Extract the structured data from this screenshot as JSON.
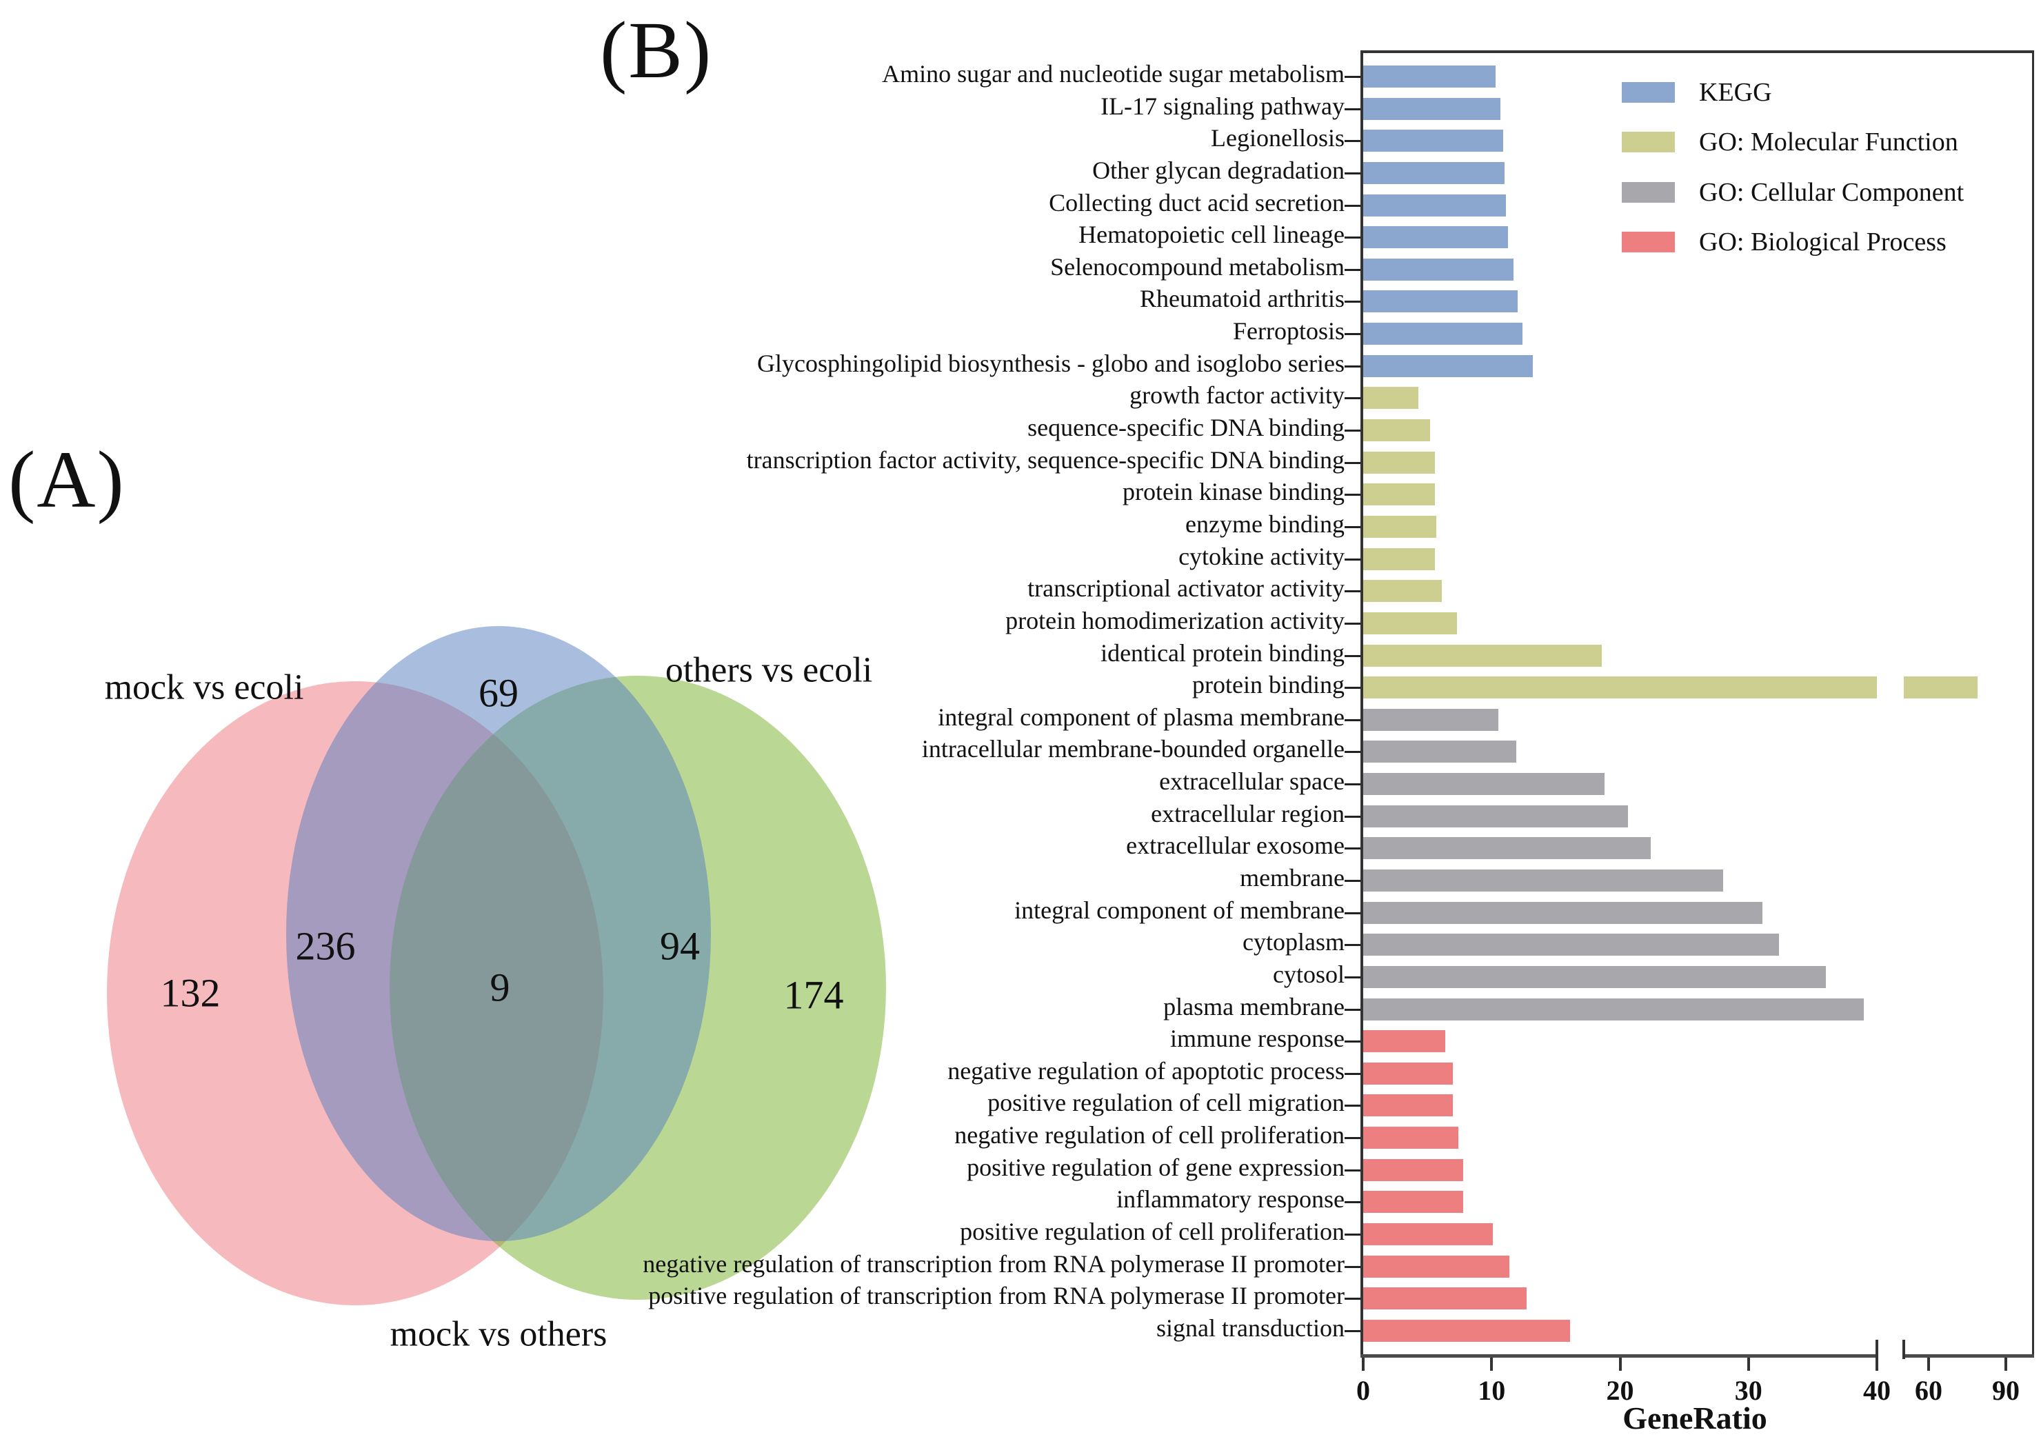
{
  "panel_a": {
    "label": "(A)"
  },
  "panel_b": {
    "label": "(B)"
  },
  "colors": {
    "kegg": "#8ba7d0",
    "go_molecular_function": "#cdcf90",
    "go_cellular_component": "#a8a8ac",
    "go_biological_process": "#ee7f80",
    "venn_pink": "#f5b6ba",
    "venn_green": "#bcd892",
    "venn_blue": "#a9bddf",
    "axis": "#333333"
  },
  "chart_data": [
    {
      "type": "venn",
      "title": "",
      "sets": [
        "mock vs ecoli",
        "others vs ecoli",
        "mock vs others"
      ],
      "regions": [
        {
          "sets": [
            "mock vs ecoli"
          ],
          "value": 132
        },
        {
          "sets": [
            "mock vs ecoli",
            "mock vs others"
          ],
          "value": 236
        },
        {
          "sets": [
            "mock vs others"
          ],
          "value": 69
        },
        {
          "sets": [
            "mock vs ecoli",
            "others vs ecoli",
            "mock vs others"
          ],
          "value": 9
        },
        {
          "sets": [
            "others vs ecoli",
            "mock vs others"
          ],
          "value": 94
        },
        {
          "sets": [
            "others vs ecoli"
          ],
          "value": 174
        }
      ],
      "colors": {
        "mock vs ecoli": "#f5b6ba",
        "others vs ecoli": "#bcd892",
        "mock vs others": "#a9bddf"
      }
    },
    {
      "type": "bar",
      "orientation": "horizontal",
      "xlabel": "GeneRatio",
      "ylabel": "",
      "xlim": [
        0,
        100
      ],
      "x_ticks": [
        0,
        10,
        20,
        30,
        40,
        60,
        90
      ],
      "axis_break": {
        "after": 40,
        "resume": 50
      },
      "grid": false,
      "legend_position": "top-right-inside",
      "legend": [
        {
          "label": "KEGG",
          "color": "#8ba7d0"
        },
        {
          "label": "GO: Molecular Function",
          "color": "#cdcf90"
        },
        {
          "label": "GO: Cellular Component",
          "color": "#a8a8ac"
        },
        {
          "label": "GO: Biological Process",
          "color": "#ee7f80"
        }
      ],
      "bars": [
        {
          "label": "Amino sugar and nucleotide sugar metabolism",
          "group": "KEGG",
          "value": 10.3
        },
        {
          "label": "IL-17 signaling pathway",
          "group": "KEGG",
          "value": 10.7
        },
        {
          "label": "Legionellosis",
          "group": "KEGG",
          "value": 10.9
        },
        {
          "label": "Other glycan degradation",
          "group": "KEGG",
          "value": 11.0
        },
        {
          "label": "Collecting duct acid secretion",
          "group": "KEGG",
          "value": 11.1
        },
        {
          "label": "Hematopoietic cell lineage",
          "group": "KEGG",
          "value": 11.3
        },
        {
          "label": "Selenocompound metabolism",
          "group": "KEGG",
          "value": 11.7
        },
        {
          "label": "Rheumatoid arthritis",
          "group": "KEGG",
          "value": 12.0
        },
        {
          "label": "Ferroptosis",
          "group": "KEGG",
          "value": 12.4
        },
        {
          "label": "Glycosphingolipid biosynthesis - globo and isoglobo series",
          "group": "KEGG",
          "value": 13.2
        },
        {
          "label": "growth factor activity",
          "group": "GO: Molecular Function",
          "value": 4.3
        },
        {
          "label": "sequence-specific DNA binding",
          "group": "GO: Molecular Function",
          "value": 5.2
        },
        {
          "label": "transcription factor activity, sequence-specific DNA binding",
          "group": "GO: Molecular Function",
          "value": 5.6
        },
        {
          "label": "protein kinase binding",
          "group": "GO: Molecular Function",
          "value": 5.6
        },
        {
          "label": "enzyme binding",
          "group": "GO: Molecular Function",
          "value": 5.7
        },
        {
          "label": "cytokine activity",
          "group": "GO: Molecular Function",
          "value": 5.6
        },
        {
          "label": "transcriptional activator activity",
          "group": "GO: Molecular Function",
          "value": 6.1
        },
        {
          "label": "protein homodimerization activity",
          "group": "GO: Molecular Function",
          "value": 7.3
        },
        {
          "label": "identical protein binding",
          "group": "GO: Molecular Function",
          "value": 18.6
        },
        {
          "label": "protein binding",
          "group": "GO: Molecular Function",
          "value": 79
        },
        {
          "label": "integral component of plasma membrane",
          "group": "GO: Cellular Component",
          "value": 10.5
        },
        {
          "label": "intracellular membrane-bounded organelle",
          "group": "GO: Cellular Component",
          "value": 11.9
        },
        {
          "label": "extracellular space",
          "group": "GO: Cellular Component",
          "value": 18.8
        },
        {
          "label": "extracellular region",
          "group": "GO: Cellular Component",
          "value": 20.6
        },
        {
          "label": "extracellular exosome",
          "group": "GO: Cellular Component",
          "value": 22.4
        },
        {
          "label": "membrane",
          "group": "GO: Cellular Component",
          "value": 28.0
        },
        {
          "label": "integral component of membrane",
          "group": "GO: Cellular Component",
          "value": 31.1
        },
        {
          "label": "cytoplasm",
          "group": "GO: Cellular Component",
          "value": 32.4
        },
        {
          "label": "cytosol",
          "group": "GO: Cellular Component",
          "value": 36.0
        },
        {
          "label": "plasma membrane",
          "group": "GO: Cellular Component",
          "value": 39.0
        },
        {
          "label": "immune response",
          "group": "GO: Biological Process",
          "value": 6.4
        },
        {
          "label": "negative regulation of apoptotic process",
          "group": "GO: Biological Process",
          "value": 7.0
        },
        {
          "label": "positive regulation of cell migration",
          "group": "GO: Biological Process",
          "value": 7.0
        },
        {
          "label": "negative regulation of cell proliferation",
          "group": "GO: Biological Process",
          "value": 7.4
        },
        {
          "label": "positive regulation of gene expression",
          "group": "GO: Biological Process",
          "value": 7.8
        },
        {
          "label": "inflammatory response",
          "group": "GO: Biological Process",
          "value": 7.8
        },
        {
          "label": "positive regulation of cell proliferation",
          "group": "GO: Biological Process",
          "value": 10.1
        },
        {
          "label": "negative regulation of transcription from RNA polymerase II promoter",
          "group": "GO: Biological Process",
          "value": 11.4
        },
        {
          "label": "positive regulation of transcription from RNA polymerase II promoter",
          "group": "GO: Biological Process",
          "value": 12.7
        },
        {
          "label": "signal transduction",
          "group": "GO: Biological Process",
          "value": 16.1
        }
      ]
    }
  ]
}
